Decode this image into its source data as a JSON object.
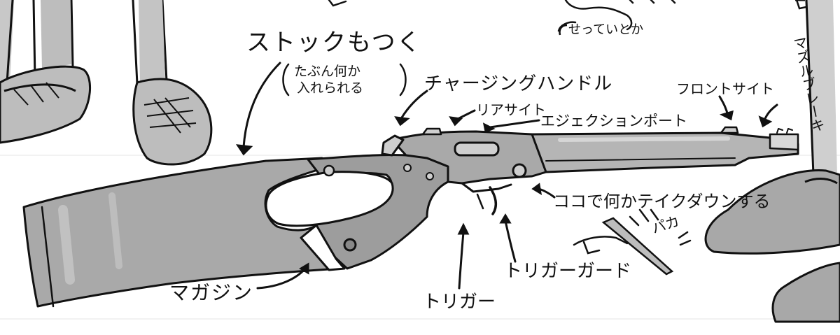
{
  "annotations": {
    "stock": "ストックもつく",
    "stock_note_line1": "たぶん何か",
    "stock_note_line2": "入れられる",
    "charging_handle": "チャージングハンドル",
    "rear_sight": "リアサイト",
    "ejection_port": "エジェクションポート",
    "front_sight": "フロントサイト",
    "muzzle_brake": "マズルブレーキ",
    "takedown": "ココで何かテイクダウンする",
    "trigger_guard": "トリガーガード",
    "trigger": "トリガー",
    "magazine": "マガジン",
    "sfx": "パカ",
    "top_note": "せっていとか"
  },
  "colors": {
    "ink": "#111111",
    "shade": "#a9a9a9",
    "shade_light": "#d2d2d2",
    "paper": "#ffffff"
  }
}
